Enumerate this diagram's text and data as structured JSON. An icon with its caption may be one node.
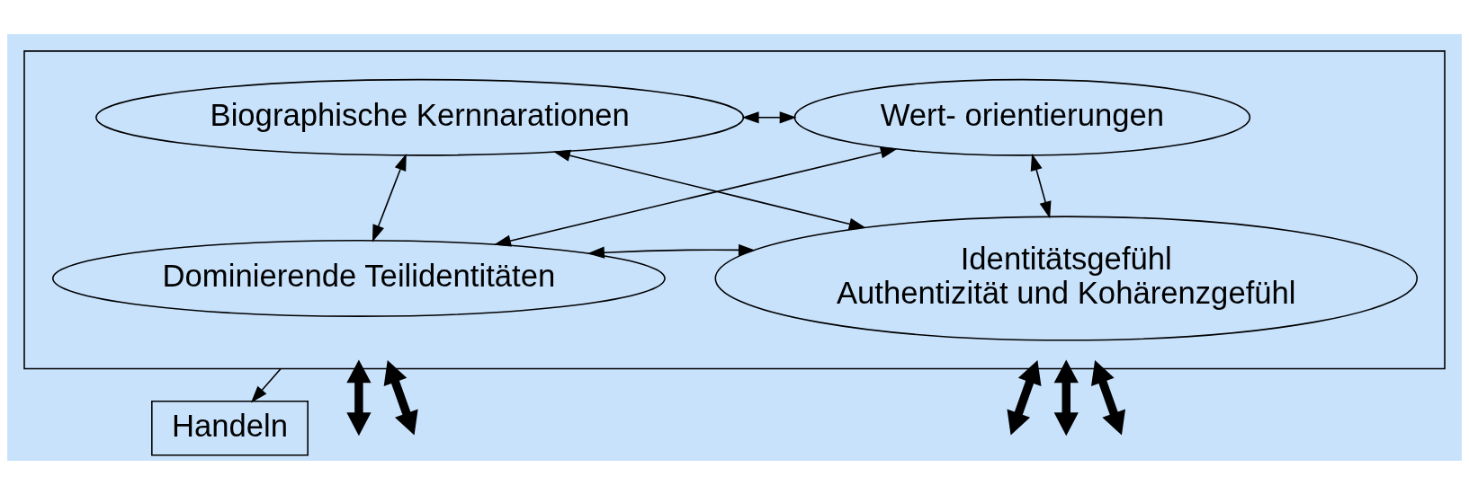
{
  "diagram": {
    "nodes": [
      {
        "text": [],
        "shape": "box"
      },
      {
        "text": [
          "Biographische Kernnarationen"
        ],
        "in": 0
      },
      {
        "text": [
          "Wert- orientierungen"
        ],
        "in": 0
      },
      {
        "text": [
          "Identitätsgefühl",
          "Authentizität und Kohärenzgefühl"
        ],
        "in": 0
      },
      {
        "text": [
          "Dominierende Teilidentitäten"
        ],
        "in": 0
      },
      {
        "text": [
          "Handeln"
        ]
      }
    ],
    "edges": [
      {
        "from": 1,
        "to": 2,
        "arrow": "both"
      },
      {
        "from": 1,
        "to": 3,
        "arrow": "both"
      },
      {
        "from": 2,
        "to": 4,
        "arrow": "both"
      },
      {
        "from": 1,
        "to": 4,
        "arrow": "both"
      },
      {
        "from": 4,
        "to": 3,
        "arrow": "both"
      },
      {
        "from": 3,
        "to": 2,
        "arrow": "both"
      },
      {
        "from": 0,
        "to": 5,
        "arrow": "to"
      },
      {
        "from": 0,
        "to": null,
        "arrow": "both",
        "style": "thick"
      },
      {
        "from": 0,
        "to": null,
        "arrow": "both",
        "style": "thick"
      },
      {
        "from": 0,
        "to": null,
        "arrow": "both",
        "style": "thick"
      },
      {
        "from": 0,
        "to": null,
        "arrow": "both",
        "style": "thick"
      },
      {
        "from": 0,
        "to": null,
        "arrow": "both",
        "style": "thick"
      }
    ]
  }
}
